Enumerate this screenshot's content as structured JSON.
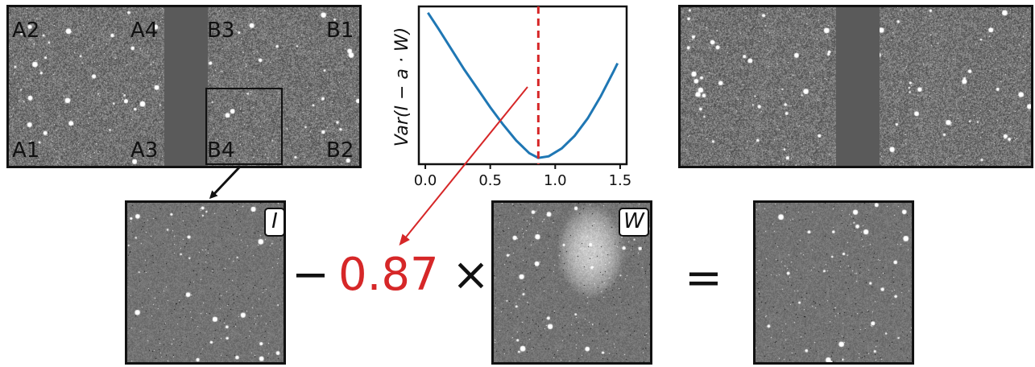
{
  "mosaic": {
    "quadrant_labels": [
      "A2",
      "A4",
      "B3",
      "B1",
      "A1",
      "A3",
      "B4",
      "B2"
    ]
  },
  "plot": {
    "ylabel": "Var(I − a · W)",
    "x_ticks": [
      "0.0",
      "0.5",
      "1.0",
      "1.5"
    ]
  },
  "equation": {
    "image_label": "I",
    "minus": "−",
    "coefficient": "0.87",
    "times": "×",
    "template_label": "W",
    "equals": "="
  },
  "colors": {
    "curve": "#1f77b4",
    "highlight": "#d62728",
    "frame": "#111111",
    "chip_gap": "#5a5a5a"
  },
  "chart_data": {
    "type": "line",
    "x": [
      0.02,
      0.1,
      0.2,
      0.3,
      0.4,
      0.5,
      0.6,
      0.7,
      0.8,
      0.87,
      0.95,
      1.05,
      1.15,
      1.25,
      1.35,
      1.45,
      1.48
    ],
    "y": [
      0.96,
      0.86,
      0.73,
      0.6,
      0.48,
      0.36,
      0.25,
      0.15,
      0.07,
      0.04,
      0.05,
      0.1,
      0.18,
      0.29,
      0.43,
      0.59,
      0.64
    ],
    "xlim": [
      -0.05,
      1.55
    ],
    "ylim": [
      0,
      1
    ],
    "vline_x": 0.87,
    "xlabel": "",
    "ylabel": "Var(I − a · W)",
    "annotation": "0.87"
  }
}
